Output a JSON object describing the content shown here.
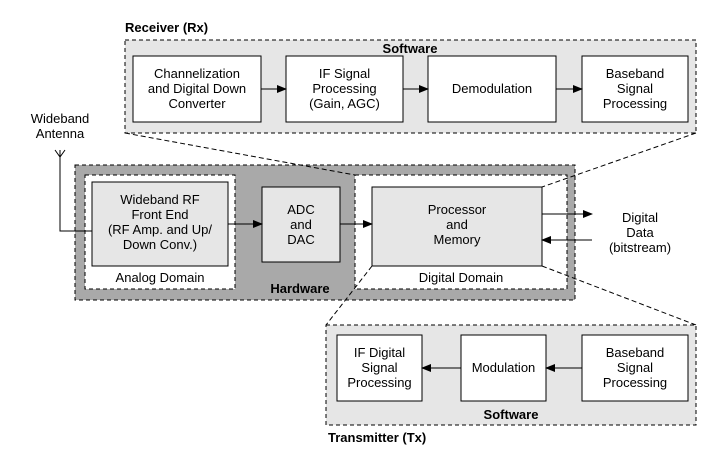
{
  "receiver": {
    "title": "Receiver (Rx)",
    "software_label": "Software",
    "blocks": [
      {
        "label": "Channelization\nand Digital Down\nConverter"
      },
      {
        "label": "IF Signal\nProcessing\n(Gain, AGC)"
      },
      {
        "label": "Demodulation"
      },
      {
        "label": "Baseband\nSignal\nProcessing"
      }
    ]
  },
  "antenna": {
    "label": "Wideband\nAntenna"
  },
  "hardware": {
    "label": "Hardware",
    "analog_domain": {
      "label": "Analog Domain",
      "block": "Wideband RF\nFront End\n(RF Amp. and Up/\nDown Conv.)"
    },
    "converter": "ADC\nand\nDAC",
    "digital_domain": {
      "label": "Digital Domain",
      "block": "Processor\nand\nMemory"
    }
  },
  "digital_data": {
    "label": "Digital\nData\n(bitstream)"
  },
  "transmitter": {
    "title": "Transmitter (Tx)",
    "software_label": "Software",
    "blocks": [
      {
        "label": "IF Digital\nSignal\nProcessing"
      },
      {
        "label": "Modulation"
      },
      {
        "label": "Baseband\nSignal\nProcessing"
      }
    ]
  }
}
